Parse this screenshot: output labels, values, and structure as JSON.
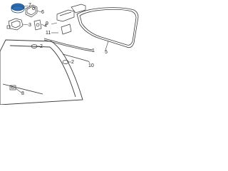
{
  "colors": {
    "line": "#3a3a3a",
    "highlight": "#2f6fb5",
    "text": "#222222",
    "background": "#ffffff"
  },
  "callouts": [
    {
      "id": "c1",
      "label": "1"
    },
    {
      "id": "c2",
      "label": "2"
    },
    {
      "id": "c3",
      "label": "3"
    },
    {
      "id": "c4",
      "label": "4"
    },
    {
      "id": "c5",
      "label": "5"
    },
    {
      "id": "c6",
      "label": "6"
    },
    {
      "id": "c7",
      "label": "7"
    },
    {
      "id": "c8",
      "label": "8"
    },
    {
      "id": "c9",
      "label": "9"
    },
    {
      "id": "c10",
      "label": "10"
    },
    {
      "id": "c11",
      "label": "11"
    }
  ]
}
